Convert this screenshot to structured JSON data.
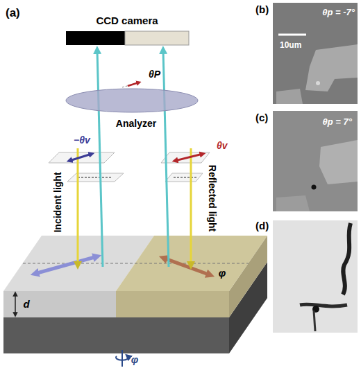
{
  "diagram": {
    "nodes": [
      {
        "text": [
          "(b)",
          "θp = -7°",
          "10um"
        ]
      },
      {
        "text": [
          "(c)",
          "θp = 7°"
        ]
      },
      {
        "text": [
          "(d)"
        ]
      }
    ],
    "labels": [
      "(a)",
      "CCD camera",
      "θP",
      "Analyzer",
      "−θv",
      "θv",
      "Incident light",
      "Reflected light",
      "φ",
      "d",
      "φ"
    ]
  }
}
